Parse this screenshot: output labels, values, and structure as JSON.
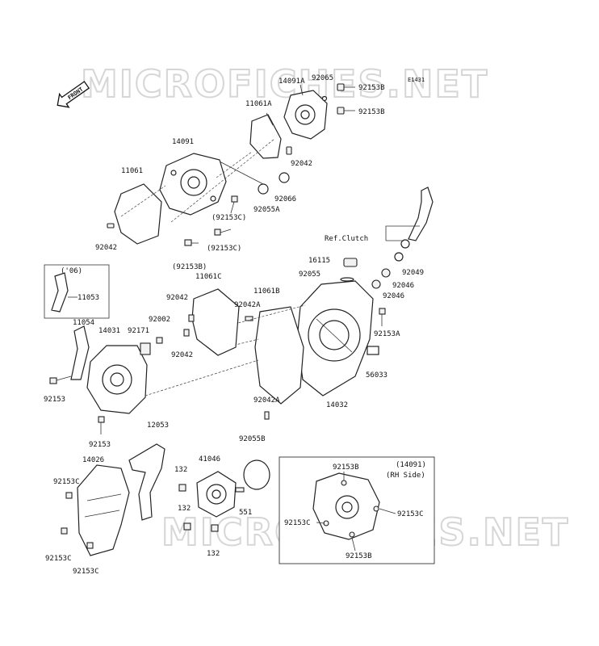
{
  "watermark": "MICROFICHES.NET",
  "diagram_code": "E1431",
  "front_arrow_label": "FRONT",
  "ref_clutch_label": "Ref.Clutch",
  "variant_box": {
    "note_06": "('06)",
    "rh_title_line1": "(14091)",
    "rh_title_line2": "(RH Side)"
  },
  "part_labels": {
    "p14091a": "14091A",
    "p92065": "92065",
    "p92153b_top1": "92153B",
    "p92153b_top2": "92153B",
    "p11061a": "11061A",
    "p14091": "14091",
    "p11061": "11061",
    "p92042_a": "92042",
    "p92066": "92066",
    "p92055a": "92055A",
    "p92153c_p1": "(92153C)",
    "p92153c_p2": "(92153C)",
    "p92042_b": "92042",
    "p92153b_p": "(92153B)",
    "p16115": "16115",
    "p92055": "92055",
    "p92049": "92049",
    "p92046_a": "92046",
    "p92046_b": "92046",
    "p11053": "11053",
    "p11061c": "11061C",
    "p92042_c": "92042",
    "p11061b": "11061B",
    "p92042a_a": "92042A",
    "p92002": "92002",
    "p11054": "11054",
    "p14031": "14031",
    "p92171": "92171",
    "p92042_d": "92042",
    "p92153a": "92153A",
    "p56033": "56033",
    "p92153_a": "92153",
    "p92042a_b": "92042A",
    "p14032": "14032",
    "p92153_b": "92153",
    "p12053": "12053",
    "p92055b": "92055B",
    "p14026": "14026",
    "p41046": "41046",
    "p132_a": "132",
    "p92153c_a": "92153C",
    "p132_b": "132",
    "p551": "551",
    "p132_c": "132",
    "p92153c_b": "92153C",
    "p92153c_c": "92153C",
    "p92153b_rh1": "92153B",
    "p92153c_rh1": "92153C",
    "p92153c_rh2": "92153C",
    "p92153b_rh2": "92153B"
  }
}
